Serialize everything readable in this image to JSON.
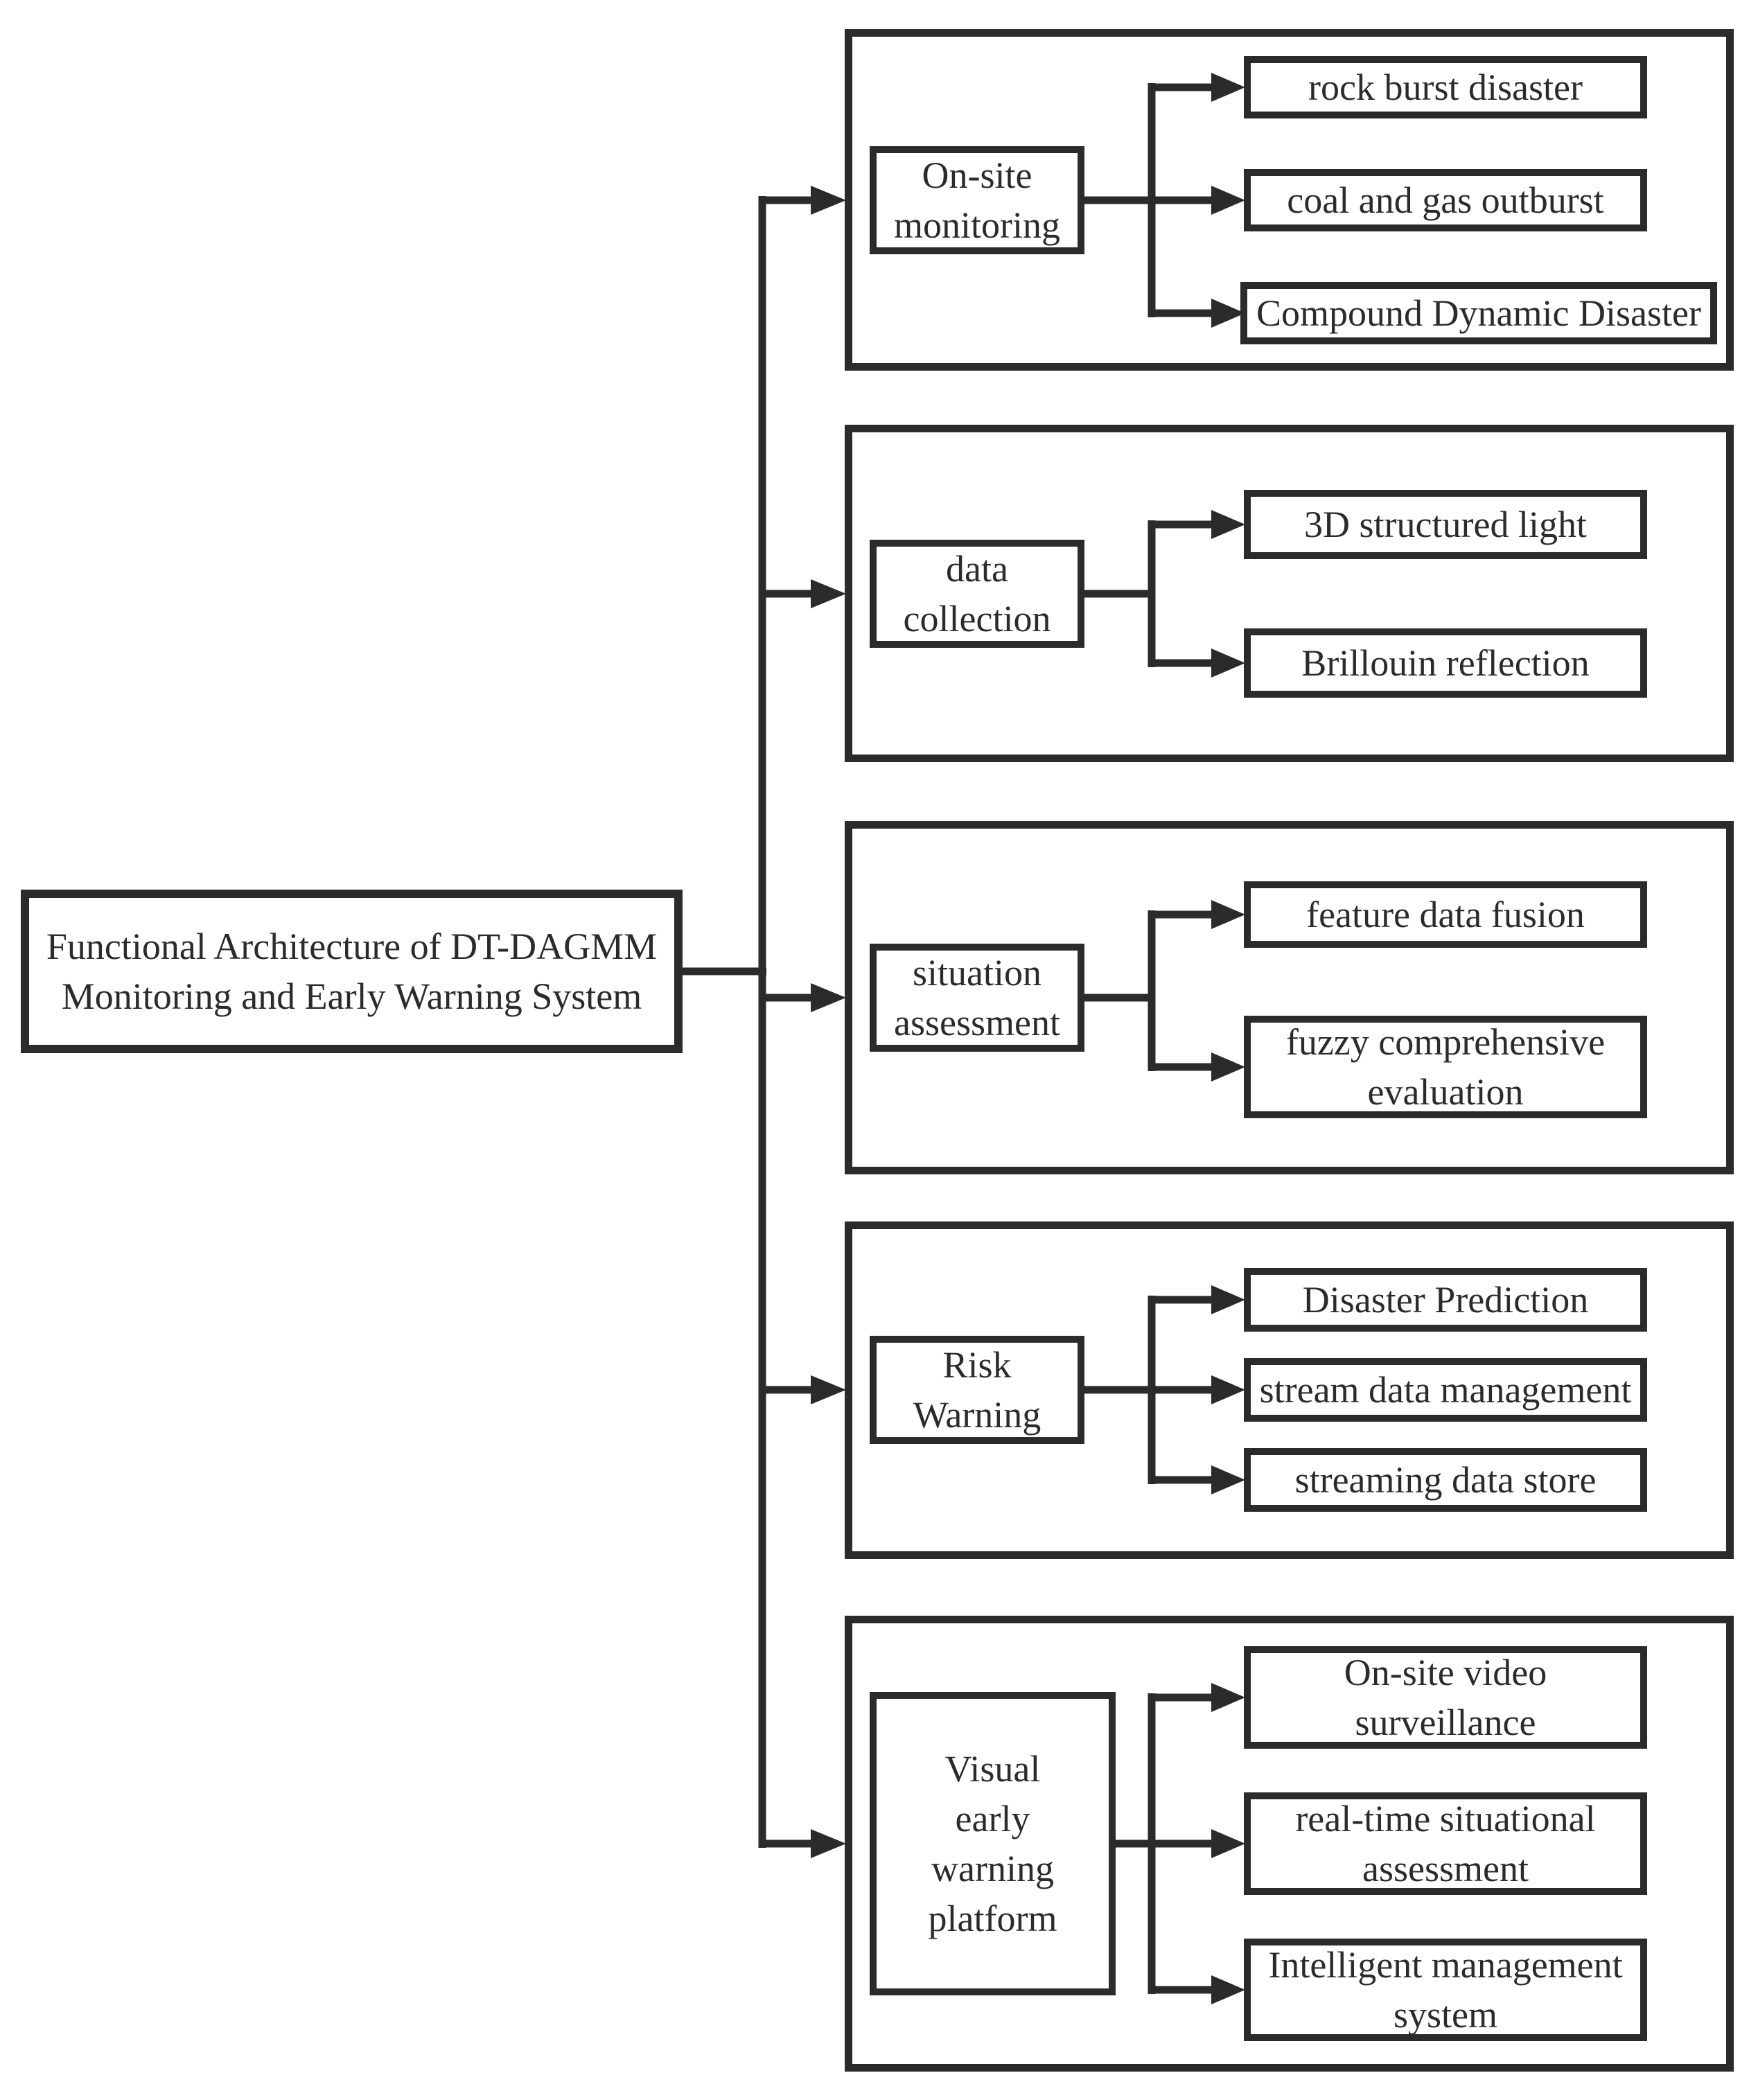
{
  "figure": {
    "type": "flowchart",
    "title": [
      "Functional Architecture of DT-DAGMM",
      "Monitoring and Early Warning System"
    ]
  },
  "colors": {
    "background": "#ffffff",
    "line": "#2b2b2b",
    "text": "#2b2b2b",
    "node_fill": "#ffffff"
  },
  "groups": [
    {
      "name": "on-site-monitoring",
      "category": [
        "On-site",
        "monitoring"
      ],
      "children": [
        "rock burst disaster",
        "coal and gas outburst",
        "Compound Dynamic Disaster"
      ]
    },
    {
      "name": "data-collection",
      "category": [
        "data",
        "collection"
      ],
      "children": [
        "3D structured light",
        "Brillouin reflection"
      ]
    },
    {
      "name": "situation-assessment",
      "category": [
        "situation",
        "assessment"
      ],
      "children": [
        "feature data fusion",
        [
          "fuzzy comprehensive",
          "evaluation"
        ]
      ]
    },
    {
      "name": "risk-warning",
      "category": [
        "Risk",
        "Warning"
      ],
      "children": [
        "Disaster Prediction",
        "stream data management",
        "streaming data store"
      ]
    },
    {
      "name": "visual-early-warning-platform",
      "category": [
        "Visual",
        "early",
        "warning",
        "platform"
      ],
      "children": [
        [
          "On-site video",
          "surveillance"
        ],
        [
          "real-time situational",
          "assessment"
        ],
        [
          "Intelligent management",
          "system"
        ]
      ]
    }
  ]
}
